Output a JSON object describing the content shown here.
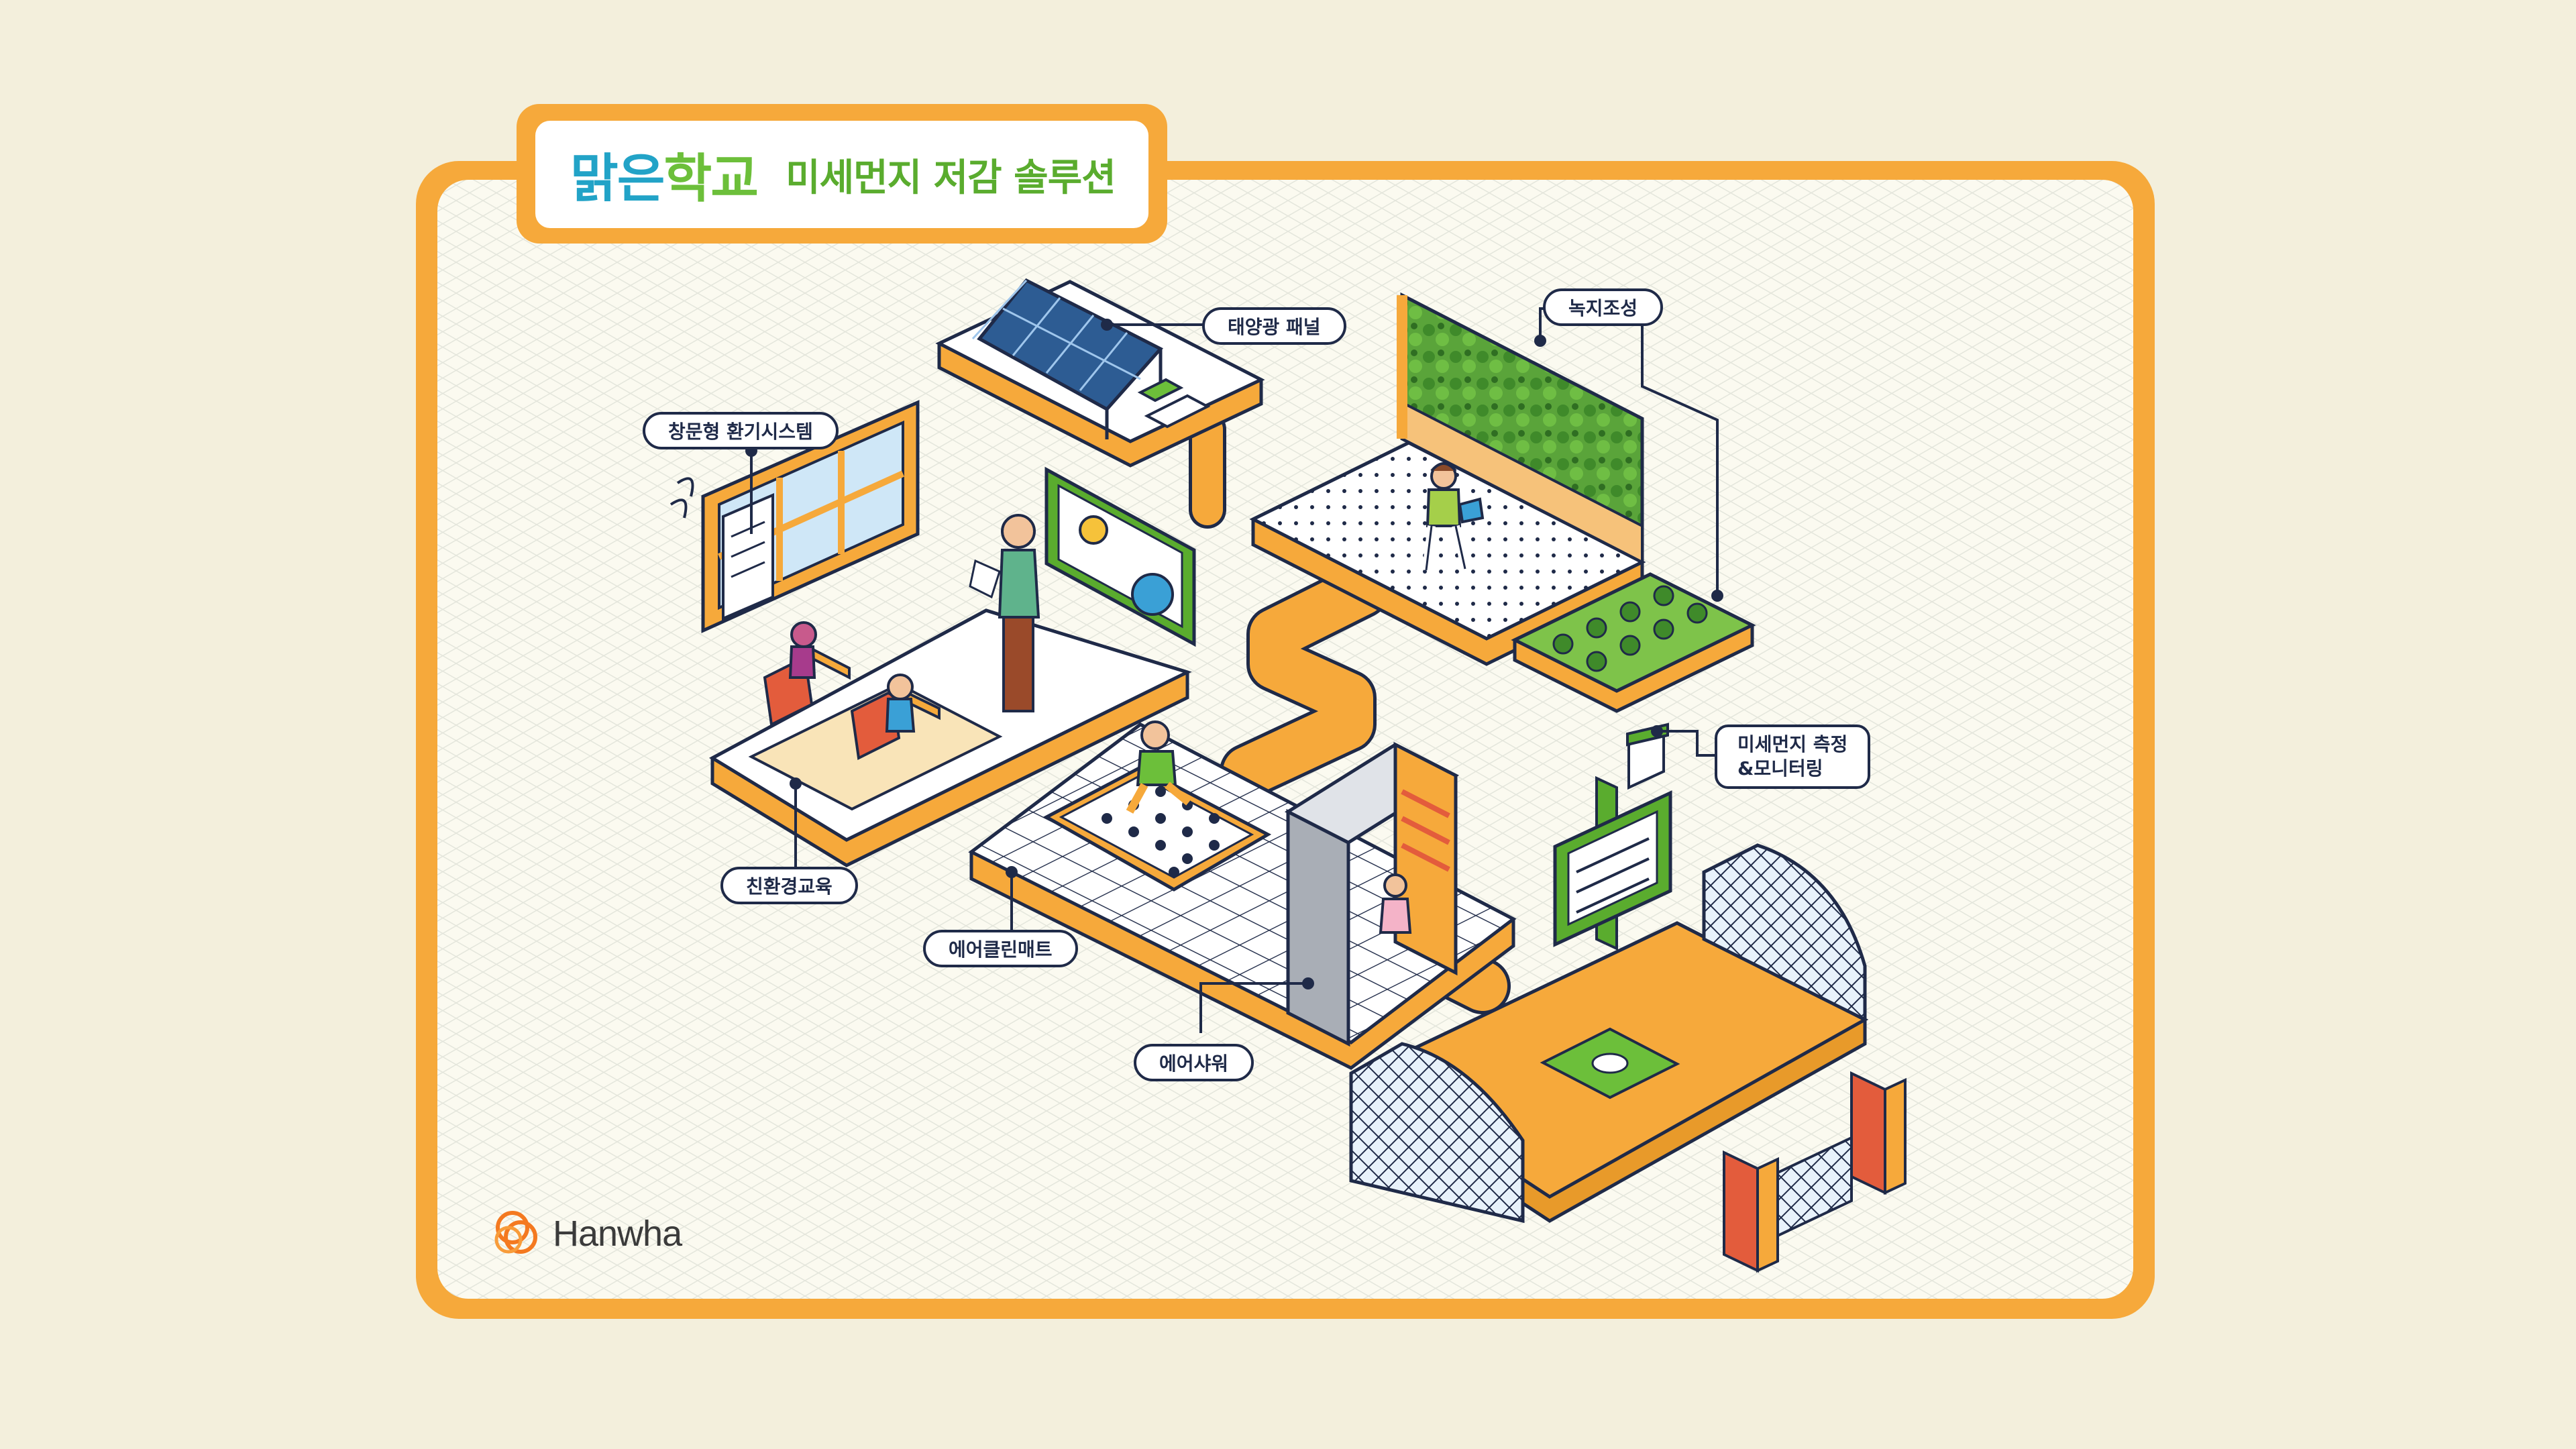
{
  "header": {
    "brand_part1": "맑은",
    "brand_part2": "학교",
    "headline": "미세먼지 저감 솔루션"
  },
  "labels": {
    "solar_panel": "태양광 패널",
    "green_space": "녹지조성",
    "window_ventilation": "창문형 환기시스템",
    "eco_education": "친환경교육",
    "dust_monitoring": "미세먼지 측정\n&모니터링",
    "air_clean_mat": "에어클린매트",
    "air_shower": "에어샤워"
  },
  "footer": {
    "logo_text": "Hanwha"
  },
  "colors": {
    "background": "#f3efdc",
    "frame_orange": "#f6a93b",
    "navy_outline": "#1f2a48",
    "brand_blue": "#22a3c7",
    "brand_green": "#6cbf3a",
    "hanwha_orange": "#f47920"
  },
  "icons": {
    "logo_mark": "hanwha-tri-circle-icon"
  }
}
